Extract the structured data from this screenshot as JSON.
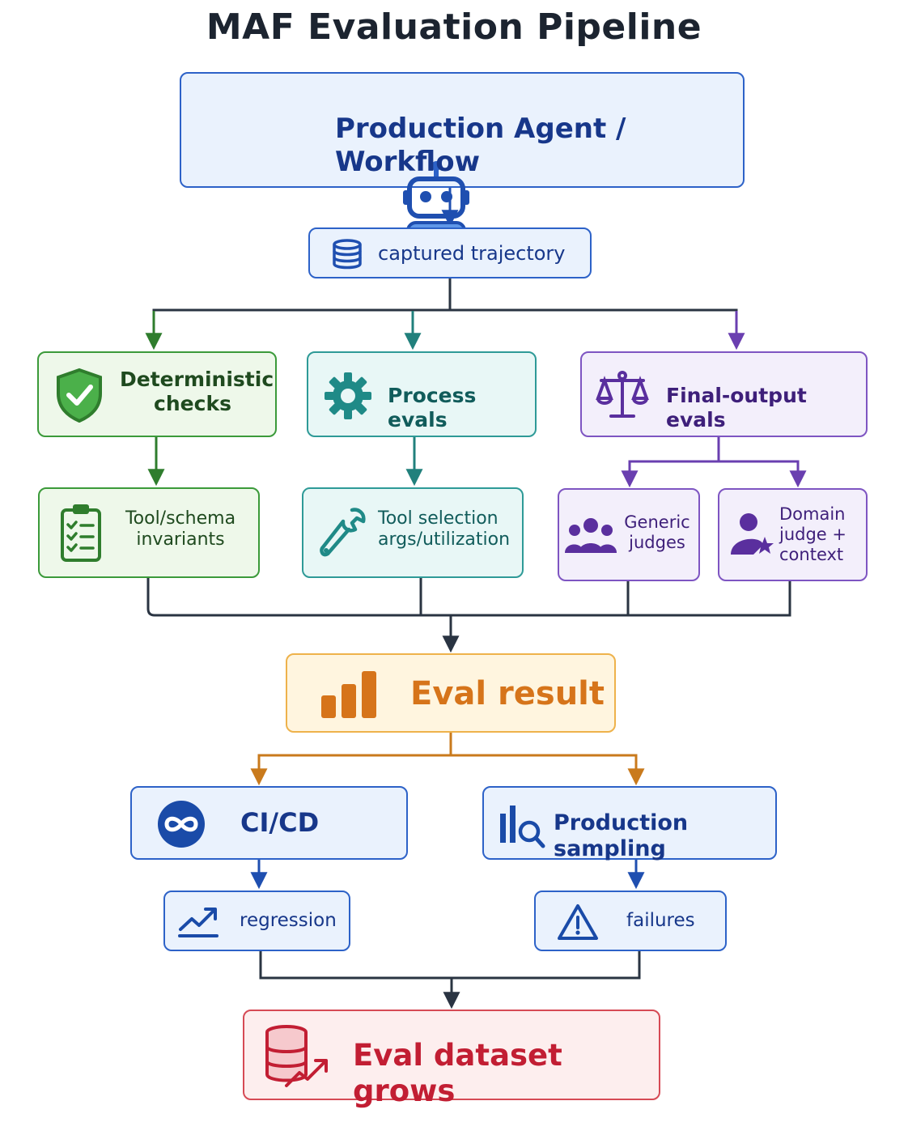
{
  "title": "MAF Evaluation Pipeline",
  "nodes": {
    "agent": "Production Agent / Workflow",
    "trajectory": "captured trajectory",
    "deterministic": "Deterministic checks",
    "process": "Process evals",
    "final_output": "Final-output evals",
    "tool_schema": "Tool/schema invariants",
    "tool_selection": "Tool selection args/utilization",
    "generic_judges": "Generic judges",
    "domain_judge": "Domain judge + context",
    "eval_result": "Eval result",
    "cicd": "CI/CD",
    "prod_sampling": "Production sampling",
    "regression": "regression",
    "failures": "failures",
    "dataset": "Eval dataset grows"
  },
  "icons": {
    "agent": "robot-icon",
    "trajectory": "database-icon",
    "deterministic": "shield-check-icon",
    "process": "gear-icon",
    "final_output": "scales-icon",
    "tool_schema": "checklist-icon",
    "tool_selection": "wrench-icon",
    "generic_judges": "group-icon",
    "domain_judge": "user-star-icon",
    "eval_result": "bar-chart-icon",
    "cicd": "infinity-icon",
    "prod_sampling": "chart-search-icon",
    "regression": "trend-up-icon",
    "failures": "warning-icon",
    "dataset": "database-growth-icon"
  },
  "colors": {
    "blue": "#2d62c8",
    "green": "#3b9a3a",
    "teal": "#2e9a97",
    "purple": "#7e55c2",
    "orange": "#eeb24b",
    "red": "#d64a55",
    "connector": "#2a3442"
  }
}
